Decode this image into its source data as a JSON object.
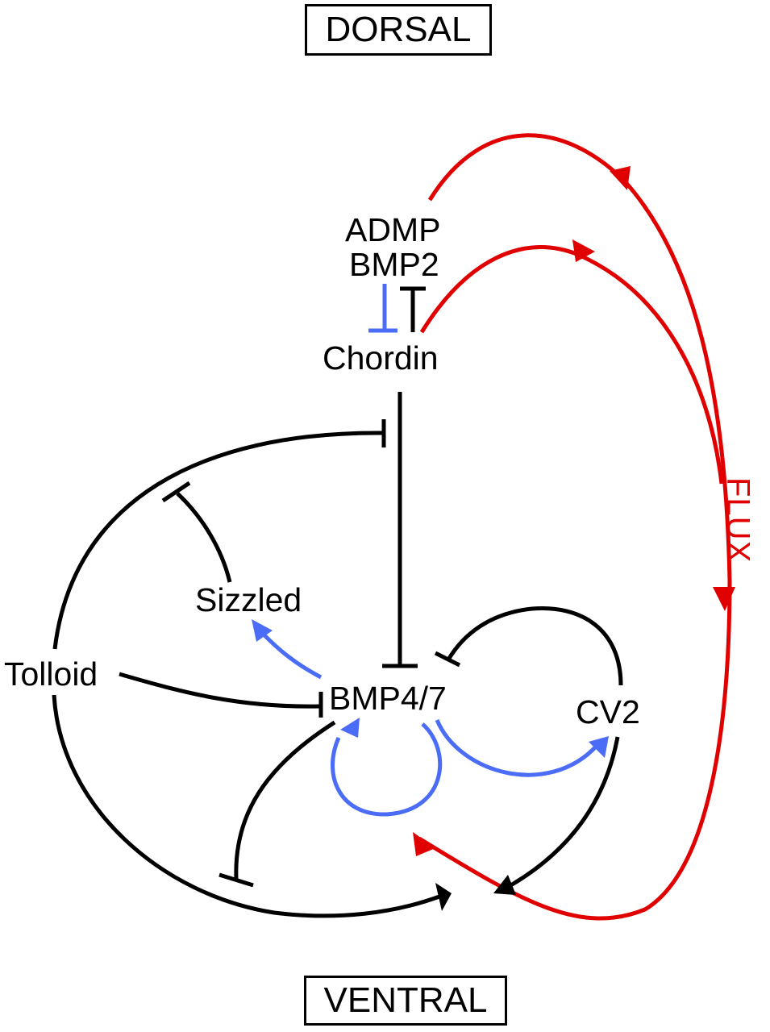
{
  "orientation": {
    "top_label": "DORSAL",
    "bottom_label": "VENTRAL"
  },
  "nodes": {
    "admp": "ADMP",
    "bmp2": "BMP2",
    "chordin": "Chordin",
    "sizzled": "Sizzled",
    "tolloid": "Tolloid",
    "bmp47": "BMP4/7",
    "cv2": "CV2"
  },
  "flux_label": "FLUX",
  "colors": {
    "inhibition_black": "#000000",
    "activation_blue": "#4a6cf7",
    "flux_red": "#e00000"
  },
  "edges": [
    {
      "from": "ADMP/BMP2",
      "to": "Chordin",
      "type": "inhibition",
      "color": "blue"
    },
    {
      "from": "Chordin",
      "to": "ADMP/BMP2",
      "type": "inhibition",
      "color": "black"
    },
    {
      "from": "ADMP",
      "to": "ventral",
      "type": "flux",
      "color": "red"
    },
    {
      "from": "Chordin",
      "to": "ventral",
      "type": "flux",
      "color": "red"
    },
    {
      "from": "Chordin",
      "to": "BMP4/7",
      "type": "inhibition",
      "color": "black"
    },
    {
      "from": "Tolloid",
      "to": "Chordin",
      "type": "inhibition",
      "color": "black"
    },
    {
      "from": "Sizzled",
      "to": "Tolloid",
      "type": "inhibition",
      "color": "black"
    },
    {
      "from": "BMP4/7",
      "to": "Sizzled",
      "type": "activation",
      "color": "blue"
    },
    {
      "from": "Tolloid",
      "to": "BMP4/7",
      "type": "inhibition",
      "color": "black"
    },
    {
      "from": "BMP4/7",
      "to": "BMP4/7",
      "type": "activation",
      "color": "blue"
    },
    {
      "from": "BMP4/7",
      "to": "CV2",
      "type": "activation",
      "color": "blue"
    },
    {
      "from": "CV2",
      "to": "BMP4/7",
      "type": "inhibition",
      "color": "black"
    },
    {
      "from": "CV2",
      "to": "ventral",
      "type": "activation",
      "color": "black"
    },
    {
      "from": "Tolloid",
      "to": "ventral",
      "type": "activation",
      "color": "black"
    },
    {
      "from": "BMP4/7",
      "to": "Tolloid-path",
      "type": "inhibition",
      "color": "black"
    },
    {
      "from": "ventral",
      "to": "BMP4/7",
      "type": "flux",
      "color": "red"
    }
  ]
}
